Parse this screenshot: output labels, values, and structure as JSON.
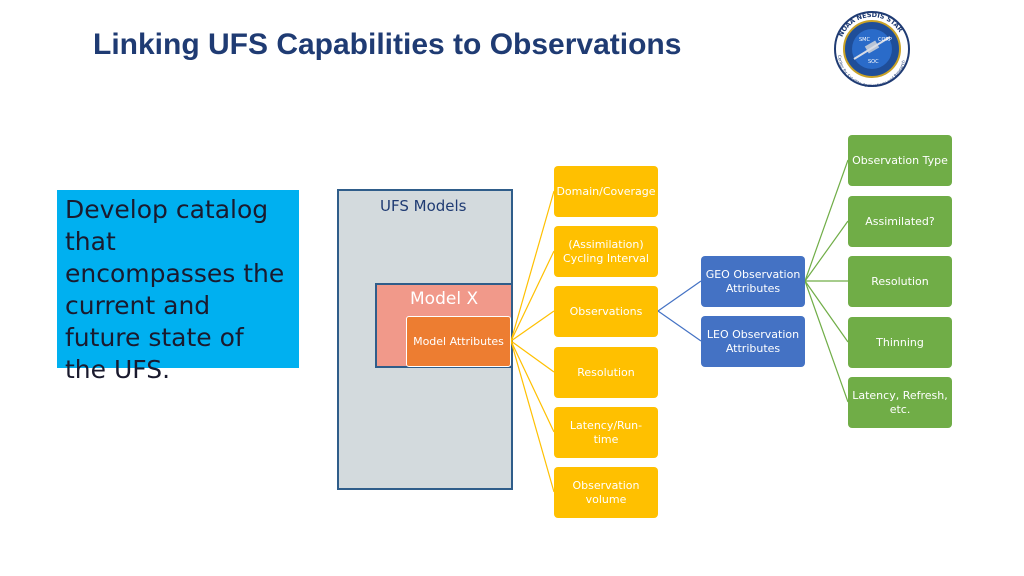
{
  "title": "Linking UFS Capabilities to Observations",
  "callout": "Develop catalog that encompasses the current and future state of the UFS.",
  "ufs_models_label": "UFS Models",
  "model_x_label": "Model X",
  "model_attributes_label": "Model Attributes",
  "attributes": [
    "Domain/Coverage",
    "(Assimilation) Cycling Interval",
    "Observations",
    "Resolution",
    "Latency/Run-time",
    "Observation volume"
  ],
  "observation_sources": [
    "GEO Observation Attributes",
    "LEO Observation Attributes"
  ],
  "observation_attributes": [
    "Observation Type",
    "Assimilated?",
    "Resolution",
    "Thinning",
    "Latency, Refresh, etc."
  ],
  "logo": {
    "text_top": "NOAA NESDIS STAR",
    "text_bottom": "Center for Satellite Applications and Research",
    "labels": [
      "SMC",
      "CORP",
      "SOC"
    ]
  },
  "colors": {
    "title": "#1f3b73",
    "callout": "#00b0f0",
    "attribute_nodes": "#ffc000",
    "source_nodes": "#4472c4",
    "leaf_nodes": "#70ad47",
    "model_attributes": "#ed7d31",
    "model_x": "#f1998a"
  }
}
